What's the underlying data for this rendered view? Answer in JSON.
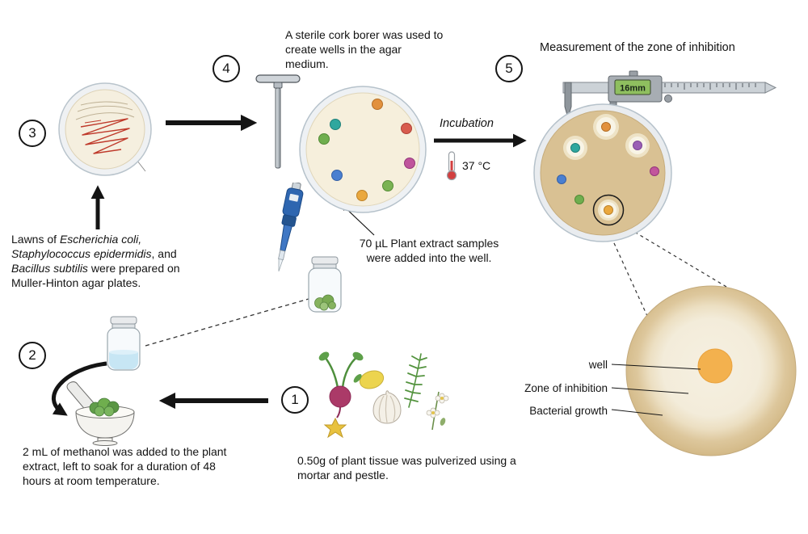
{
  "steps": {
    "one": {
      "number": "1",
      "caption": "0.50g of plant tissue was pulverized using a mortar and pestle."
    },
    "two": {
      "number": "2",
      "caption": "2 mL of methanol was added to the plant extract, left to soak for a duration of 48 hours  at room temperature."
    },
    "three": {
      "number": "3",
      "caption": {
        "p1": "Lawns of ",
        "i1": "Escherichia coli,",
        "p2": " ",
        "i2": "Staphylococcus epidermidis",
        "p3": ", and ",
        "i3": "Bacillus subtilis",
        "p4": " were prepared on Muller-Hinton agar plates."
      }
    },
    "four": {
      "number": "4",
      "caption": "A sterile cork borer was used to create wells in the agar medium.",
      "note": "70 µL Plant extract samples were added into the well."
    },
    "five": {
      "number": "5",
      "title": "Measurement of the zone of inhibition"
    }
  },
  "incubation": {
    "label": "Incubation",
    "temperature": "37 °C"
  },
  "caliper": {
    "reading": "16mm",
    "display_color": "#8fbf5f"
  },
  "magnified_view": {
    "well_label": "well",
    "zone_label": "Zone of inhibition",
    "growth_label": "Bacterial growth"
  },
  "icons": {
    "thermometer": "thermometer-icon",
    "cork_borer": "cork-borer-icon",
    "micropipette": "micropipette-icon",
    "mortar_pestle": "mortar-and-pestle-icon",
    "digital_caliper": "digital-caliper-icon"
  },
  "colors": {
    "agar_cream": "#f6efdc",
    "agar_lawn_tan": "#d9c193",
    "bacteria_streak_red": "#bf3a2b",
    "methanol_blue": "#c7e6f4",
    "plant_extract_green": "#86b35f",
    "zone_well_orange": "#f3b14e",
    "dish4_well_colors": [
      "#2fa79e",
      "#e2913d",
      "#d85c4e",
      "#bf549c",
      "#7ab353",
      "#eaa83e",
      "#4a7fd0",
      "#6fae4e"
    ],
    "dish5_well_colors": [
      "#e2913d",
      "#2fa79e",
      "#9a5fb5",
      "#c2559c",
      "#4a7fd0",
      "#6fae4e",
      "#eaa83e"
    ]
  }
}
